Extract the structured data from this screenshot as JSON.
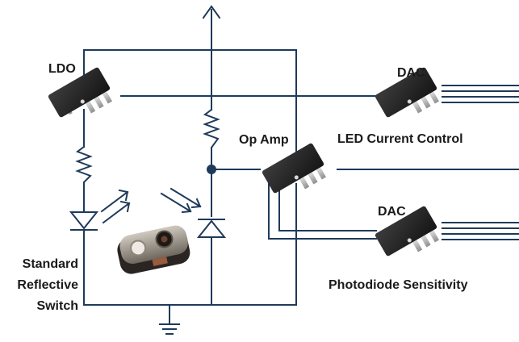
{
  "labels": {
    "ldo": "LDO",
    "dac_top": "DAC",
    "op_amp": "Op Amp",
    "led_current_control": "LED Current Control",
    "dac_bottom": "DAC",
    "photodiode_sensitivity": "Photodiode Sensitivity",
    "standard_reflective_switch": [
      "Standard",
      "Reflective",
      "Switch"
    ]
  },
  "colors": {
    "wire": "#1f3a5a",
    "chip_body": "#2b2b2b",
    "chip_pin": "#b9b9b9",
    "arrow": "#1f3a5a",
    "text": "#1a1a1a"
  },
  "icons": [
    "ic-chip-icon",
    "resistor-icon",
    "led-diode-icon",
    "photodiode-icon",
    "ground-icon",
    "optical-sensor-icon",
    "light-arrow-icon",
    "supply-arrow-icon"
  ]
}
